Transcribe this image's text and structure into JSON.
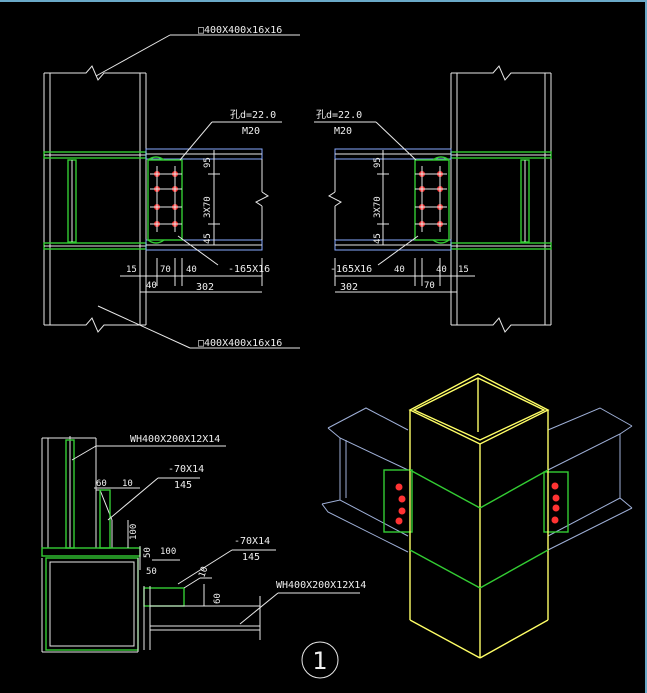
{
  "labels": {
    "col_top": "□400X400x16x16",
    "col_bottom": "□400X400x16x16",
    "bolt_left_hole": "孔d=22.0",
    "bolt_left_size": "M20",
    "bolt_right_hole": "孔d=22.0",
    "bolt_right_size": "M20",
    "dim_95_left": "95",
    "dim_3x70_left": "3X70",
    "dim_45_left": "45",
    "dim_95_right": "95",
    "dim_3x70_right": "3X70",
    "dim_45_right": "45",
    "dim_15_left": "15",
    "dim_40a_left": "40",
    "dim_70_left": "70",
    "dim_40b_left": "40",
    "plate_left": "-165X16",
    "len_left": "302",
    "plate_right": "-165X16",
    "len_right": "302",
    "dim_40a_right": "40",
    "dim_40b_right": "40",
    "dim_70_right": "70",
    "dim_15_right": "15",
    "beam_top": "WH400X200X12X14",
    "stiff_top": "-70X14",
    "stiff_top_len": "145",
    "dim_60": "60",
    "dim_10": "10",
    "dim_100_v": "100",
    "dim_50a": "50",
    "dim_100_h": "100",
    "dim_50b": "50",
    "stiff_bot": "-70X14",
    "stiff_bot_len": "145",
    "dim_10_b": "10",
    "dim_60_b": "60",
    "beam_bot": "WH400X200X12X14",
    "detail_no": "1"
  },
  "colors": {
    "background": "#000000",
    "line_white": "#e8e8e8",
    "line_yellow": "#ffff66",
    "line_green": "#33cc33",
    "line_blue": "#88aaff",
    "bolt_red": "#ff3333",
    "frame_cyan": "#6aa9c8"
  }
}
